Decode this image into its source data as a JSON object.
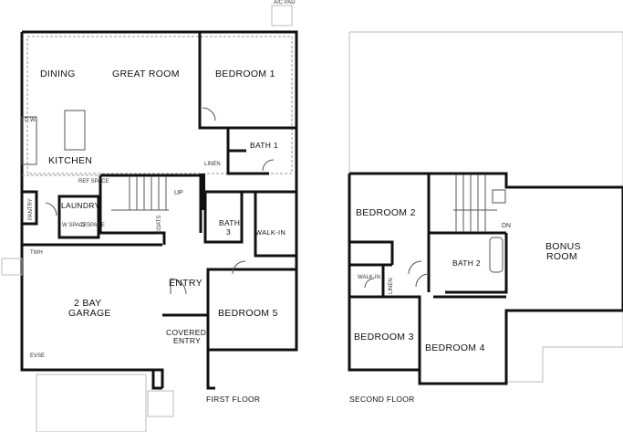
{
  "first_floor": {
    "title": "FIRST FLOOR",
    "rooms": {
      "dining": "DINING",
      "great_room": "GREAT ROOM",
      "bedroom1": "BEDROOM 1",
      "kitchen": "KITCHEN",
      "bath1": "BATH 1",
      "linen": "LINEN",
      "laundry": "LAUNDRY",
      "pantry": "PANTRY",
      "bath3_line1": "BATH",
      "bath3_line2": "3",
      "walkin": "WALK-IN",
      "entry": "ENTRY",
      "garage_line1": "2 BAY",
      "garage_line2": "GARAGE",
      "bedroom5": "BEDROOM 5",
      "covered_entry_line1": "COVERED",
      "covered_entry_line2": "ENTRY",
      "coats": "COATS"
    },
    "notes": {
      "ac_pad": "A/C PAD",
      "dw": "D.W.",
      "ref_space": "REF SPACE",
      "washer": "W SPACE",
      "dryer": "D SPACE",
      "up": "UP",
      "twh": "TWH",
      "evse": "EVSE"
    }
  },
  "second_floor": {
    "title": "SECOND FLOOR",
    "rooms": {
      "bedroom2": "BEDROOM 2",
      "bonus_line1": "BONUS",
      "bonus_line2": "ROOM",
      "bath2": "BATH 2",
      "walkin": "WALK-IN",
      "linen": "LINEN",
      "bedroom3": "BEDROOM 3",
      "bedroom4": "BEDROOM 4"
    },
    "notes": {
      "dn": "DN"
    }
  }
}
